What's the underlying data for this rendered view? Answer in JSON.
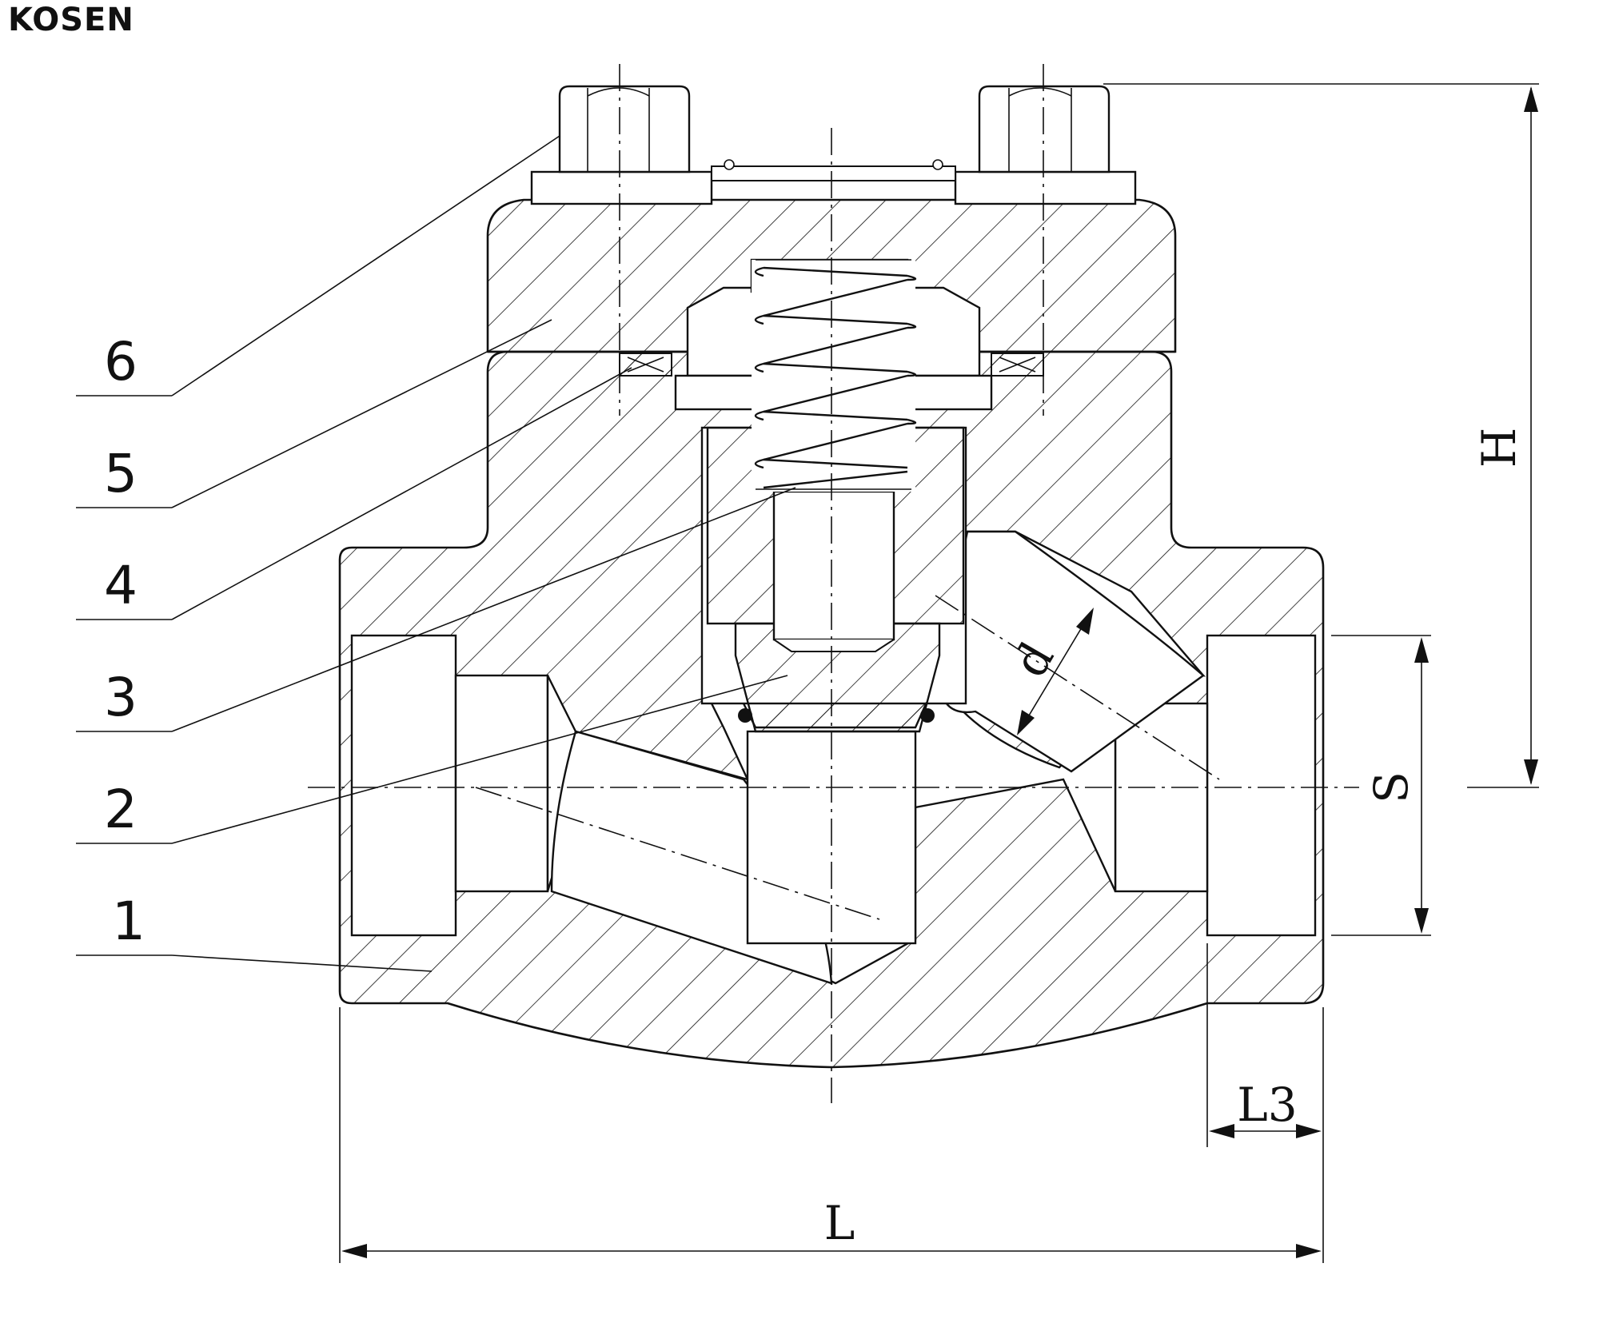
{
  "logo": "KOSEN",
  "part_labels": [
    "6",
    "5",
    "4",
    "3",
    "2",
    "1"
  ],
  "dimensions": {
    "height": "H",
    "thread_size": "S",
    "bore": "d",
    "socket_length": "L3",
    "length": "L"
  }
}
